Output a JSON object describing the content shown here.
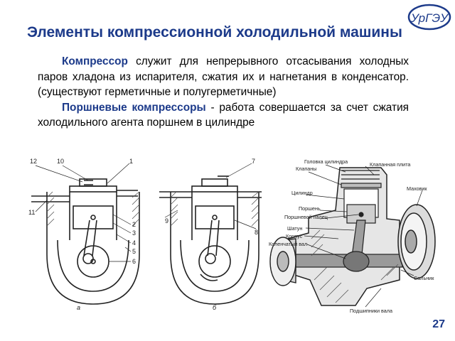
{
  "header": {
    "logo_text": "УрГЭУ",
    "title": "Элементы компрессионной холодильной машины"
  },
  "body": {
    "p1_term": "Компрессор",
    "p1_text": " служит для непрерывного отсасывания холодных паров хладона из испарителя, сжатия их и нагнетания в конденсатор. (существуют герметичные и полугерметичные)",
    "p2_term": "Поршневые компрессоры",
    "p2_text": " - работа совершается за счет сжатия холодильного агента поршнем в цилиндре"
  },
  "figure_a": {
    "caption": "а",
    "labels": {
      "n1": "1",
      "n2": "2",
      "n3": "3",
      "n4": "4",
      "n5": "5",
      "n6": "6",
      "n10": "10",
      "n11": "11",
      "n12": "12"
    }
  },
  "figure_b": {
    "caption": "б",
    "labels": {
      "n7": "7",
      "n8": "8",
      "n9": "9"
    }
  },
  "figure_cut": {
    "labels": {
      "head": "Головка цилиндра",
      "valves": "Клапаны",
      "valve_plate": "Клапанная плита",
      "cylinder": "Цилиндр",
      "piston": "Поршень",
      "piston_pin": "Поршневой палец",
      "rod": "Шатун",
      "body": "Корпус",
      "crankshaft": "Коленчатый вал",
      "flywheel": "Маховик",
      "seal": "Сальник",
      "bearings": "Подшипники вала"
    }
  },
  "footer": {
    "page_number": "27"
  },
  "colors": {
    "accent": "#1c3a8a",
    "line": "#222222",
    "hatch": "#555555"
  }
}
